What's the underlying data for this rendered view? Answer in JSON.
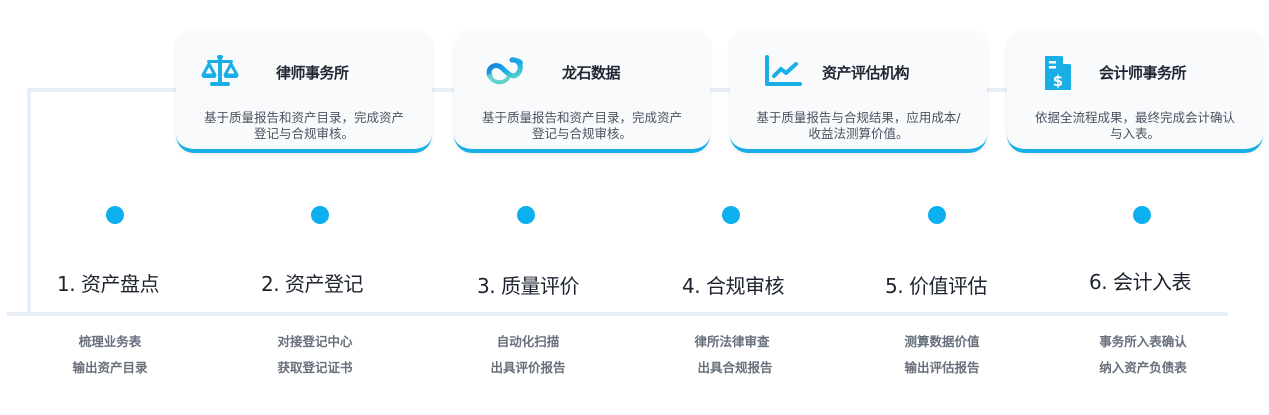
{
  "cards": [
    {
      "icon": "scale-icon",
      "title": "律师事务所",
      "desc_line1": "基于质量报告和资产目录，完成资产",
      "desc_line2": "登记与合规审核。"
    },
    {
      "icon": "longshi-logo-icon",
      "title": "龙石数据",
      "desc_line1": "基于质量报告和资产目录，完成资产",
      "desc_line2": "登记与合规审核。"
    },
    {
      "icon": "line-chart-icon",
      "title": "资产评估机构",
      "desc_line1": "基于质量报告与合规结果，应用成本/",
      "desc_line2": "收益法测算价值。"
    },
    {
      "icon": "invoice-dollar-icon",
      "title": "会计师事务所",
      "desc_line1": "依据全流程成果，最终完成会计确认",
      "desc_line2": "与入表。"
    }
  ],
  "steps": [
    {
      "title": "1. 资产盘点",
      "line1": "梳理业务表",
      "line2": "输出资产目录"
    },
    {
      "title": "2. 资产登记",
      "line1": "对接登记中心",
      "line2": "获取登记证书"
    },
    {
      "title": "3. 质量评价",
      "line1": "自动化扫描",
      "line2": "出具评价报告"
    },
    {
      "title": "4. 合规审核",
      "line1": "律所法律审查",
      "line2": "出具合规报告"
    },
    {
      "title": "5. 价值评估",
      "line1": "测算数据价值",
      "line2": "输出评估报告"
    },
    {
      "title": "6. 会计入表",
      "line1": "事务所入表确认",
      "line2": "纳入资产负债表"
    }
  ],
  "colors": {
    "accent": "#19aee6",
    "dot": "#0db0ee",
    "frame": "#e8eef5"
  }
}
